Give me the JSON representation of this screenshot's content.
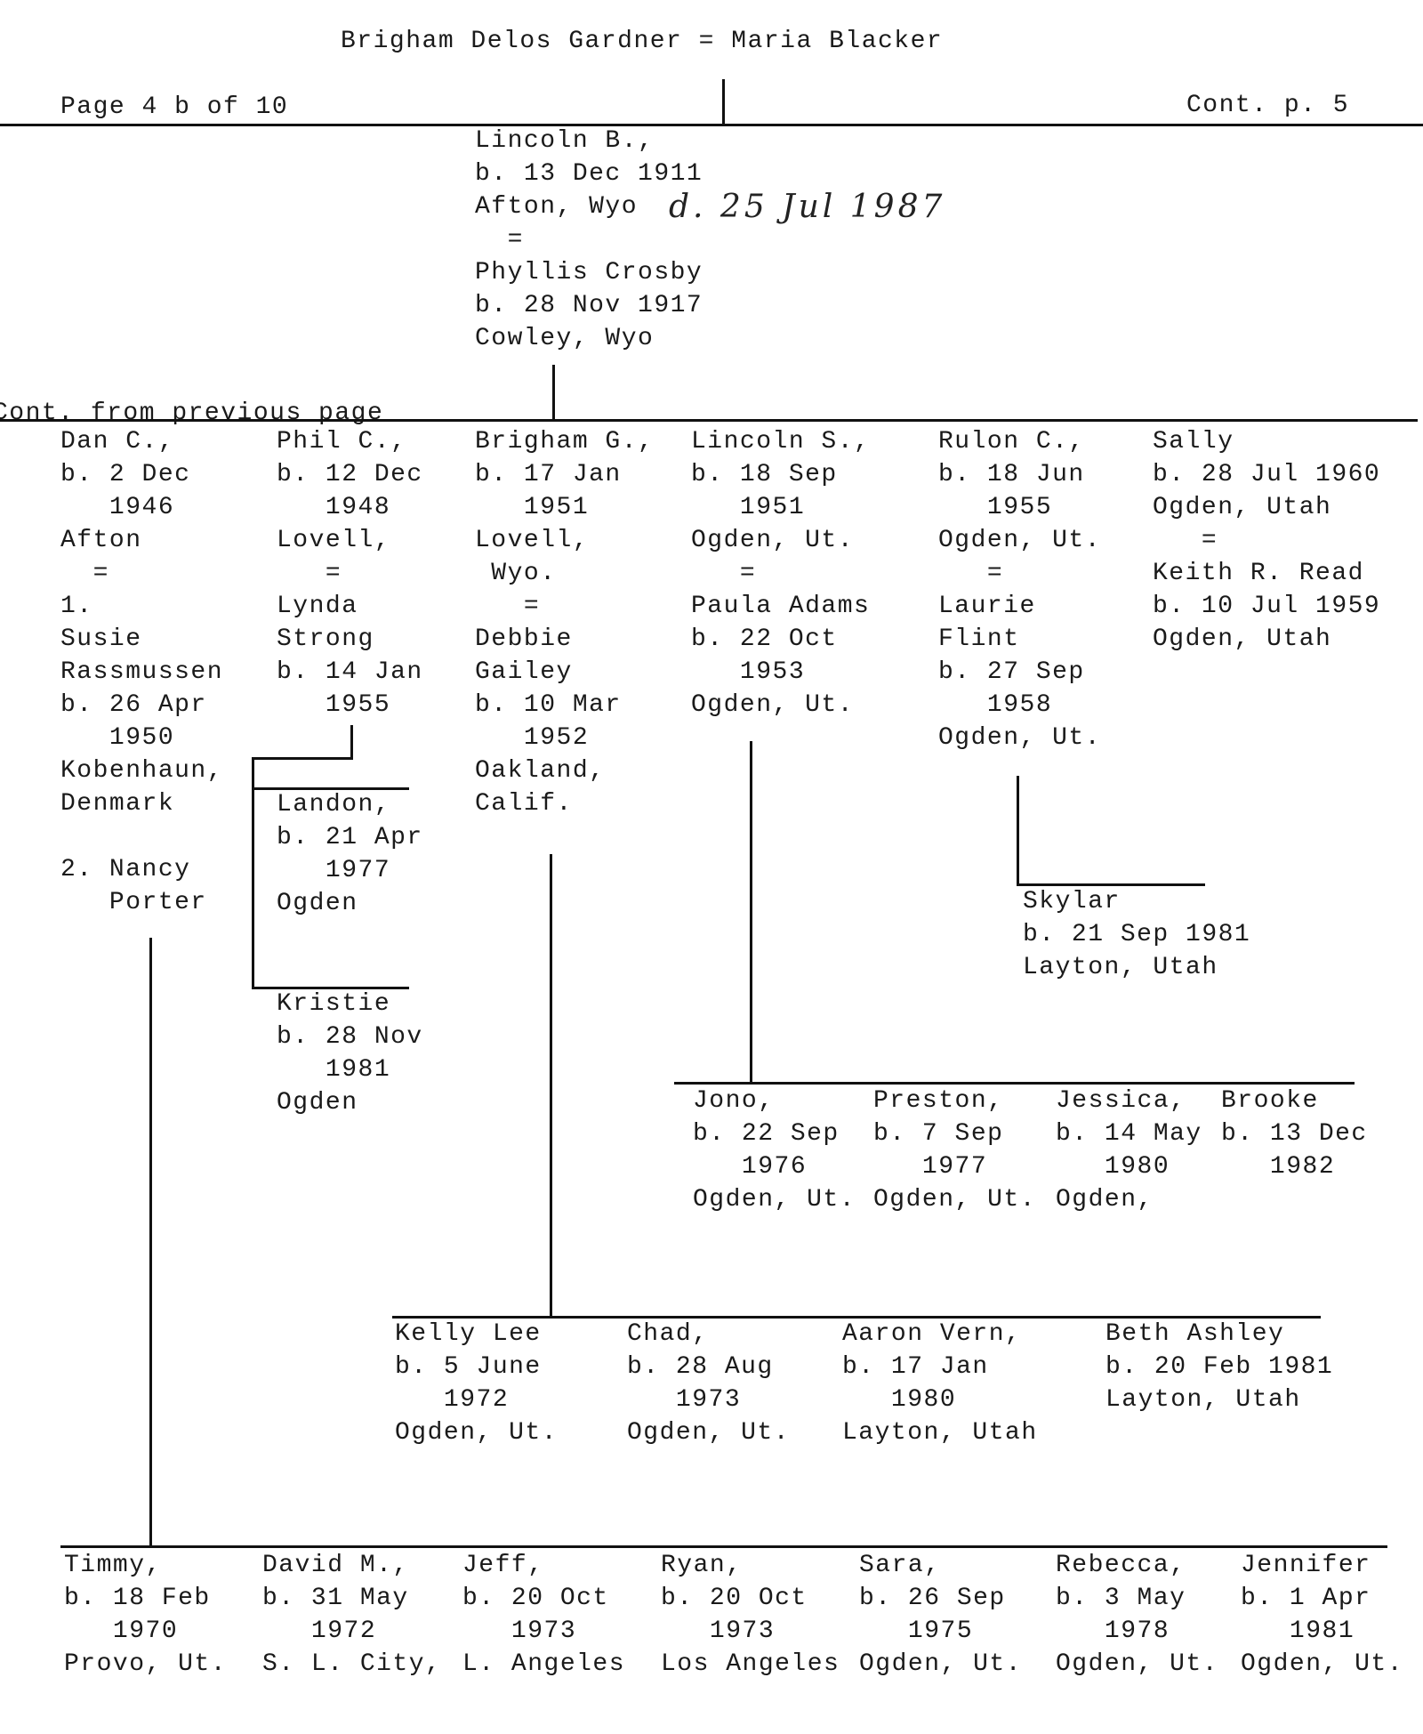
{
  "header": {
    "title": "Brigham Delos Gardner = Maria Blacker",
    "page_label": "Page 4 b of 10",
    "continued": "Cont. p. 5",
    "cont_from_prev": "Cont. from previous page",
    "handwritten_note": "d. 25 Jul 1987"
  },
  "people": {
    "lincoln_b": [
      "Lincoln B.,",
      "b. 13 Dec 1911",
      "Afton, Wyo",
      "  =",
      "Phyllis Crosby",
      "b. 28 Nov 1917",
      "Cowley, Wyo"
    ],
    "dan": [
      "Dan C.,",
      "b. 2 Dec",
      "   1946",
      "Afton",
      "  =",
      "1.",
      "Susie",
      "Rassmussen",
      "b. 26 Apr",
      "   1950",
      "Kobenhaun,",
      "Denmark",
      "",
      "2. Nancy",
      "   Porter"
    ],
    "phil": [
      "Phil C.,",
      "b. 12 Dec",
      "   1948",
      "Lovell,",
      "   =",
      "Lynda",
      "Strong",
      "b. 14 Jan",
      "   1955"
    ],
    "brigham": [
      "Brigham G.,",
      "b. 17 Jan",
      "   1951",
      "Lovell,",
      " Wyo.",
      "   =",
      "Debbie",
      "Gailey",
      "b. 10 Mar",
      "   1952",
      "Oakland,",
      "Calif."
    ],
    "lincoln_s": [
      "Lincoln S.,",
      "b. 18 Sep",
      "   1951",
      "Ogden, Ut.",
      "   =",
      "Paula Adams",
      "b. 22 Oct",
      "   1953",
      "Ogden, Ut."
    ],
    "rulon": [
      "Rulon C.,",
      "b. 18 Jun",
      "   1955",
      "Ogden, Ut.",
      "   =",
      "Laurie",
      "Flint",
      "b. 27 Sep",
      "   1958",
      "Ogden, Ut."
    ],
    "sally": [
      "Sally",
      "b. 28 Jul 1960",
      "Ogden, Utah",
      "   =",
      "Keith R. Read",
      "b. 10 Jul 1959",
      "Ogden, Utah"
    ],
    "landon": [
      "Landon,",
      "b. 21 Apr",
      "   1977",
      "Ogden"
    ],
    "kristie": [
      "Kristie",
      "b. 28 Nov",
      "   1981",
      "Ogden"
    ],
    "skylar": [
      "Skylar",
      "b. 21 Sep 1981",
      "Layton, Utah"
    ],
    "jono": [
      "Jono,",
      "b. 22 Sep",
      "   1976",
      "Ogden, Ut."
    ],
    "preston": [
      "Preston,",
      "b. 7 Sep",
      "   1977",
      "Ogden, Ut."
    ],
    "jessica": [
      "Jessica,",
      "b. 14 May",
      "   1980",
      "Ogden,"
    ],
    "brooke": [
      "Brooke",
      "b. 13 Dec",
      "   1982"
    ],
    "kelly": [
      "Kelly Lee",
      "b. 5 June",
      "   1972",
      "Ogden, Ut."
    ],
    "chad": [
      "Chad,",
      "b. 28 Aug",
      "   1973",
      "Ogden, Ut."
    ],
    "aaron": [
      "Aaron Vern,",
      "b. 17 Jan",
      "   1980",
      "Layton, Utah"
    ],
    "beth": [
      "Beth Ashley",
      "b. 20 Feb 1981",
      "Layton, Utah"
    ],
    "timmy": [
      "Timmy,",
      "b. 18 Feb",
      "   1970",
      "Provo, Ut."
    ],
    "david": [
      "David M.,",
      "b. 31 May",
      "   1972",
      "S. L. City,"
    ],
    "jeff": [
      "Jeff,",
      "b. 20 Oct",
      "   1973",
      "L. Angeles"
    ],
    "ryan": [
      "Ryan,",
      "b. 20 Oct",
      "   1973",
      "Los Angeles"
    ],
    "sara": [
      "Sara,",
      "b. 26 Sep",
      "   1975",
      "Ogden, Ut."
    ],
    "rebecca": [
      "Rebecca,",
      "b. 3 May",
      "   1978",
      "Ogden, Ut."
    ],
    "jennifer": [
      "Jennifer",
      "b. 1 Apr",
      "   1981",
      "Ogden, Ut."
    ]
  }
}
